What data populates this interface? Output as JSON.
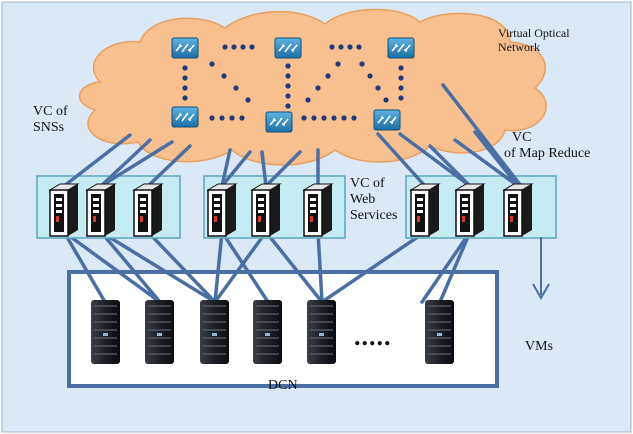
{
  "labels": {
    "virtual_optical_network": [
      "Virtual Optical",
      "Network"
    ],
    "vc_snss": [
      "VC of",
      "SNSs"
    ],
    "vc_map_reduce": [
      "VC",
      "of Map Reduce"
    ],
    "vc_web_services": [
      "VC of",
      "Web",
      "Services"
    ],
    "vms": "VMs",
    "dcn": "DCN",
    "ellipsis": "....."
  },
  "colors": {
    "background": "#dbe8f5",
    "cloud_fill": "#f9c08f",
    "cloud_stroke": "#e8a060",
    "switch_blue": "#2a8ec8",
    "vc_box_fill": "#c6ecf3",
    "vc_box_stroke": "#5aa6c2",
    "link_blue": "#4a6fa5",
    "dcn_stroke": "#4a6fa5",
    "dots": "#1f3a7a"
  },
  "icons": {
    "optical_switch": "optical-switch-icon",
    "virtual_machine": "vm-server-icon",
    "rack_server": "rack-server-icon",
    "arrow": "down-arrow-icon"
  }
}
